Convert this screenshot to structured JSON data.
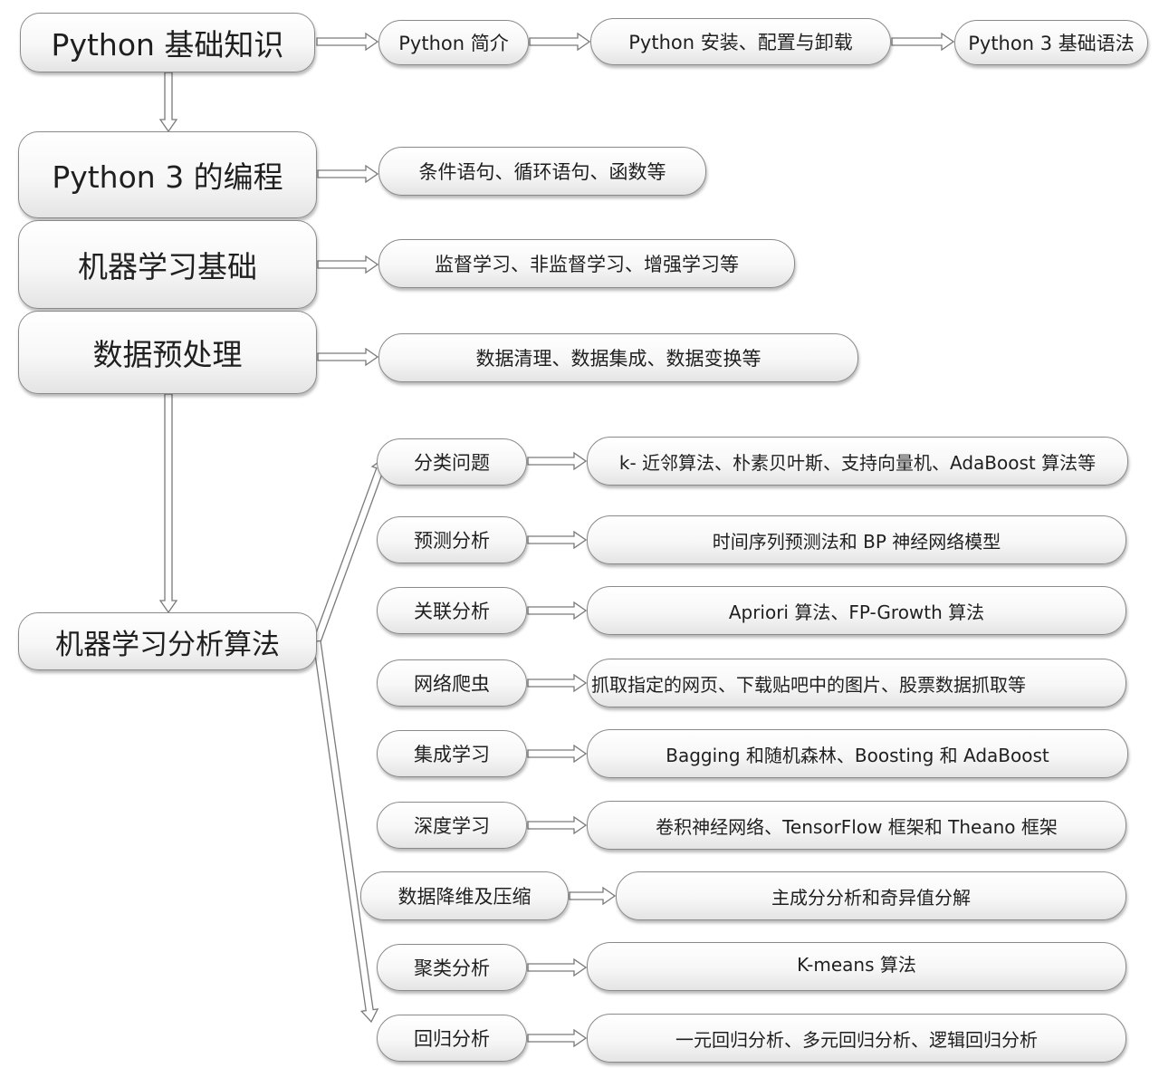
{
  "nodes": {
    "python_basics": "Python 基础知识",
    "python_intro": "Python 简介",
    "python_install": "Python 安装、配置与卸载",
    "python3_syntax": "Python 3 基础语法",
    "python3_programming": "Python 3 的编程",
    "programming_detail": "条件语句、循环语句、函数等",
    "ml_basics": "机器学习基础",
    "ml_basics_detail": "监督学习、非监督学习、增强学习等",
    "preprocessing": "数据预处理",
    "preprocessing_detail": "数据清理、数据集成、数据变换等",
    "ml_algorithms": "机器学习分析算法"
  },
  "algorithms": [
    {
      "name": "分类问题",
      "detail": "k- 近邻算法、朴素贝叶斯、支持向量机、AdaBoost 算法等"
    },
    {
      "name": "预测分析",
      "detail": "时间序列预测法和 BP 神经网络模型"
    },
    {
      "name": "关联分析",
      "detail": "Apriori 算法、FP-Growth 算法"
    },
    {
      "name": "网络爬虫",
      "detail": "抓取指定的网页、下载贴吧中的图片、股票数据抓取等"
    },
    {
      "name": "集成学习",
      "detail": "Bagging 和随机森林、Boosting 和 AdaBoost"
    },
    {
      "name": "深度学习",
      "detail": "卷积神经网络、TensorFlow 框架和 Theano 框架"
    },
    {
      "name": "数据降维及压缩",
      "detail": "主成分分析和奇异值分解"
    },
    {
      "name": "聚类分析",
      "detail": "K-means 算法"
    },
    {
      "name": "回归分析",
      "detail": "一元回归分析、多元回归分析、逻辑回归分析"
    }
  ]
}
